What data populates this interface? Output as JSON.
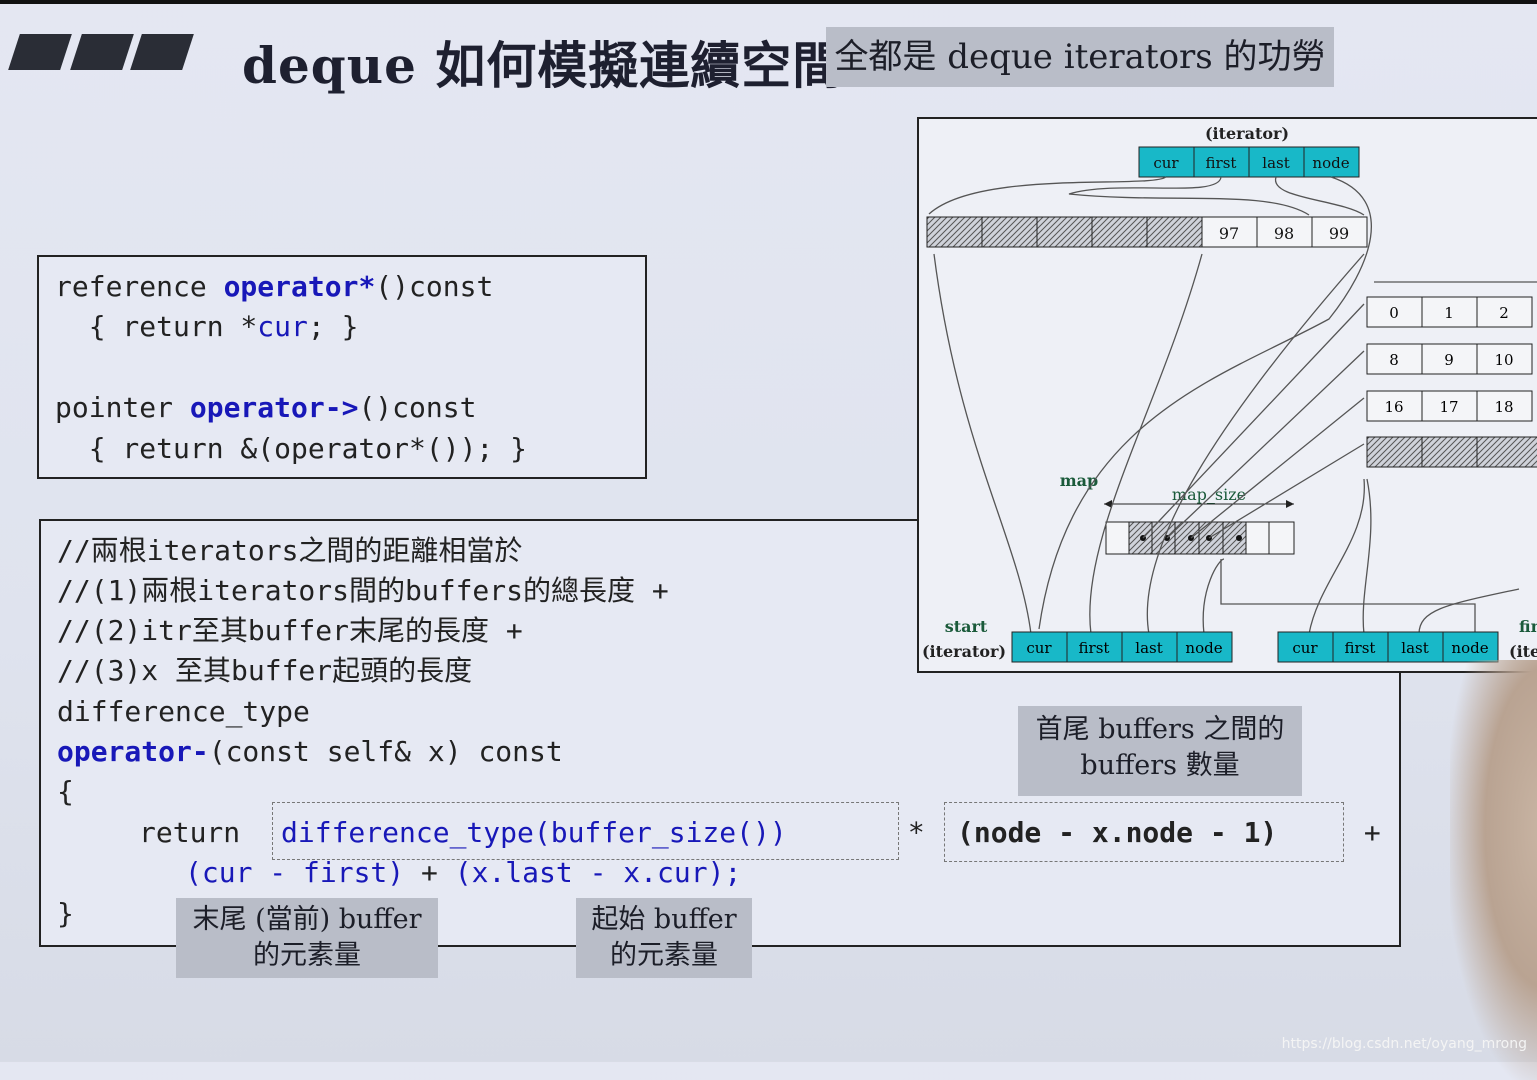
{
  "slide": {
    "title": "deque 如何模擬連續空間",
    "tag": "全都是 deque iterators 的功勞"
  },
  "code1": {
    "l1": [
      "reference ",
      "operator*",
      "()const"
    ],
    "l2": [
      "  { return *",
      "cur",
      "; }"
    ],
    "l3": [
      "pointer ",
      "operator->",
      "()const"
    ],
    "l4": "  { return &(operator*()); }"
  },
  "code2": {
    "c1": "//兩根iterators之間的距離相當於",
    "c2": "//(1)兩根iterators間的buffers的總長度 +",
    "c3": "//(2)itr至其buffer末尾的長度 +",
    "c4": "//(3)x 至其buffer起頭的長度",
    "c5": "difference_type",
    "c6": [
      "operator-",
      "(const self& x) const"
    ],
    "c7": "{",
    "c8": [
      "return ",
      "difference_type(buffer_size())",
      " * ",
      "(node - x.node - 1)",
      " +"
    ],
    "c9": [
      "(cur - first)",
      " + ",
      "(x.last - x.cur);"
    ],
    "c10": "}"
  },
  "notes": {
    "buffers_count": [
      "首尾 buffers 之間的",
      "buffers 數量"
    ],
    "end_buffer": [
      "末尾 (當前) buffer",
      "的元素量"
    ],
    "start_buffer": [
      "起始 buffer",
      "的元素量"
    ]
  },
  "diagram": {
    "iterator_label": "(iterator)",
    "iter_fields": [
      "cur",
      "first",
      "last",
      "node"
    ],
    "buffer_top": [
      "97",
      "98",
      "99"
    ],
    "row0": [
      "0",
      "1",
      "2"
    ],
    "row1": [
      "8",
      "9",
      "10"
    ],
    "row2": [
      "16",
      "17",
      "18"
    ],
    "map_label": "map",
    "map_size_label": "map_size",
    "start_label": "start",
    "start_sub": "(iterator)",
    "finish_label": "fin",
    "finish_sub": "(iter"
  },
  "watermark": "https://blog.csdn.net/oyang_mrong",
  "colors": {
    "cell": "#18b8c8",
    "keyword": "#1818b8",
    "tag": "#b9bdc8"
  }
}
